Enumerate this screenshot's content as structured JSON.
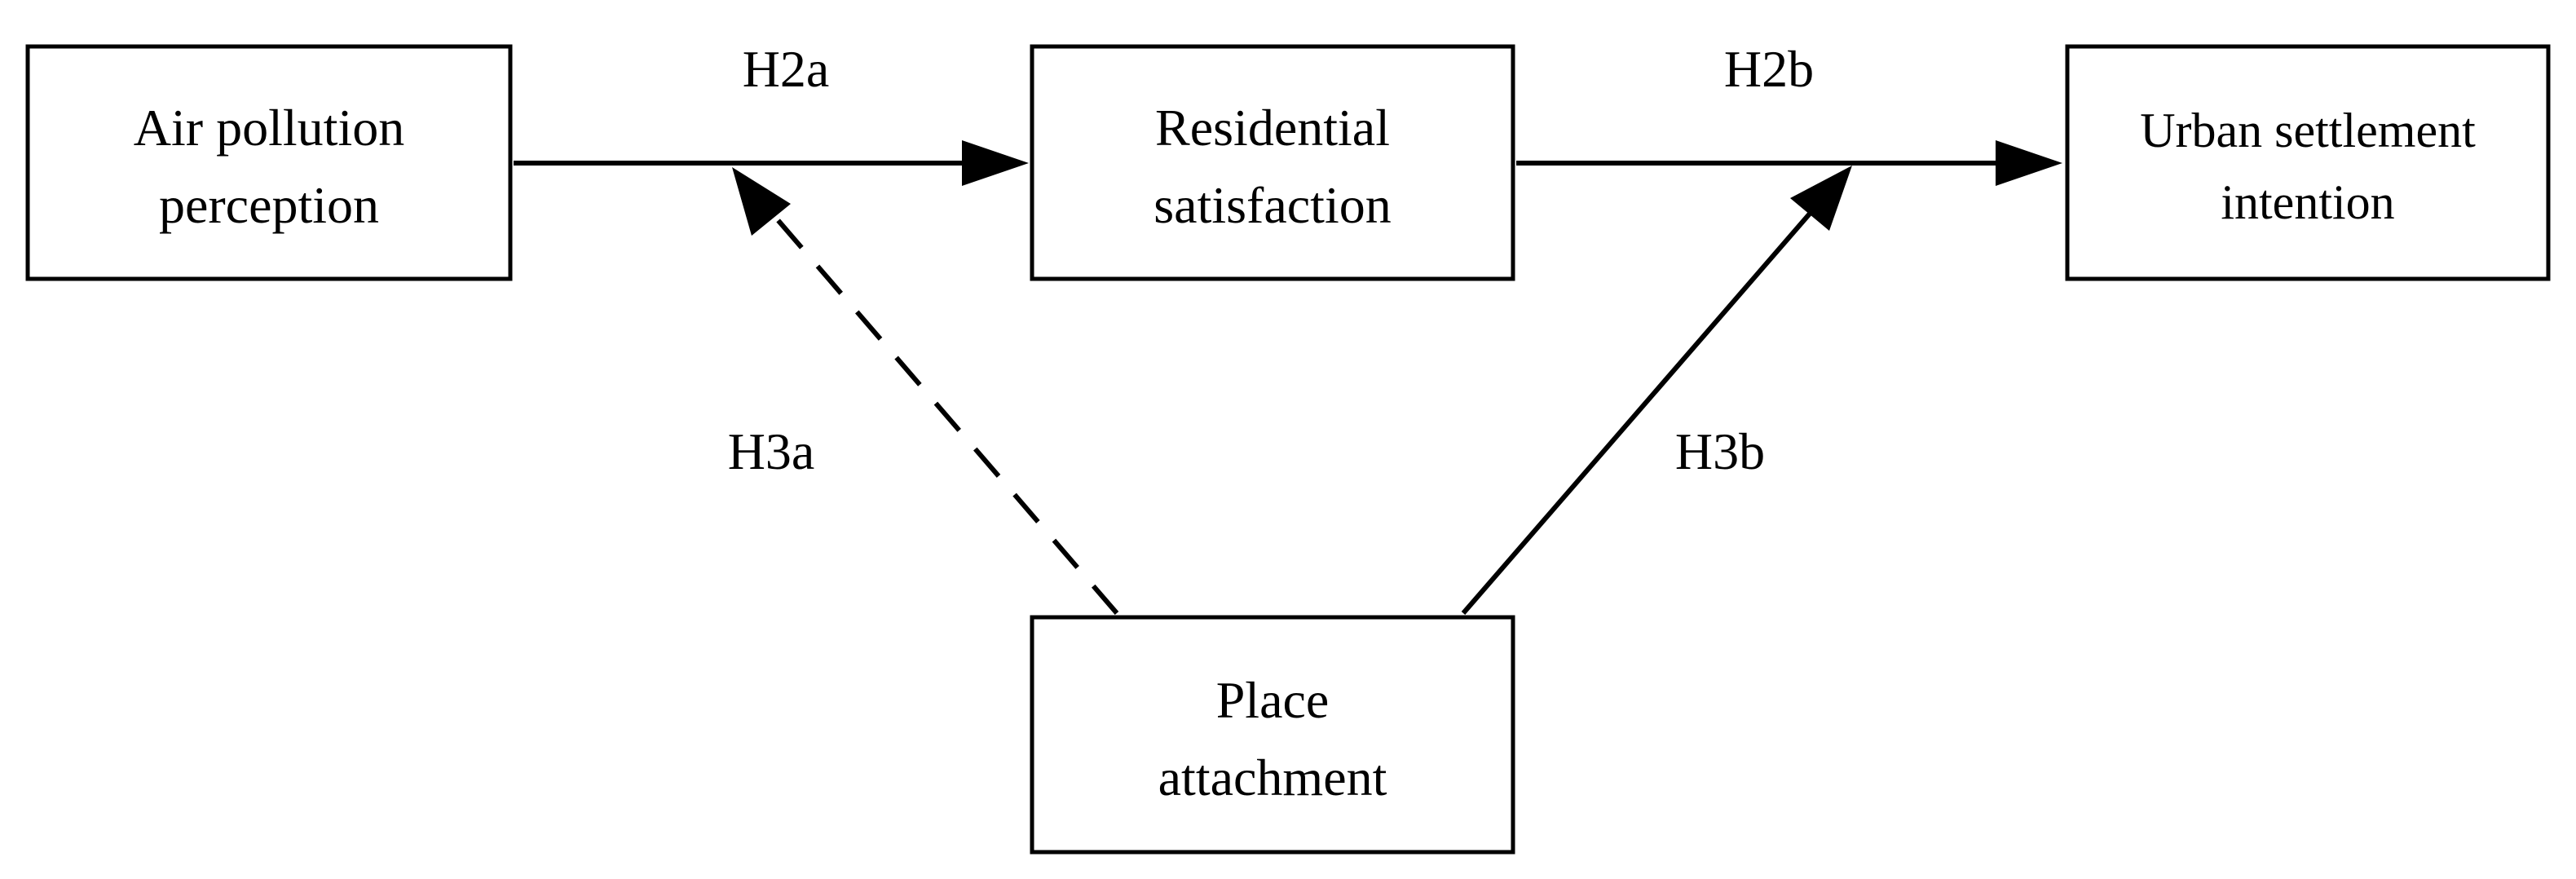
{
  "nodes": {
    "air_pollution": {
      "line1": "Air pollution",
      "line2": "perception"
    },
    "residential": {
      "line1": "Residential",
      "line2": "satisfaction"
    },
    "urban": {
      "line1": "Urban settlement",
      "line2": "intention"
    },
    "place": {
      "line1": "Place",
      "line2": "attachment"
    }
  },
  "edges": {
    "h2a": {
      "label": "H2a",
      "style": "solid"
    },
    "h2b": {
      "label": "H2b",
      "style": "solid"
    },
    "h3a": {
      "label": "H3a",
      "style": "dashed"
    },
    "h3b": {
      "label": "H3b",
      "style": "solid"
    }
  },
  "colors": {
    "stroke": "#000000",
    "background": "#ffffff"
  }
}
